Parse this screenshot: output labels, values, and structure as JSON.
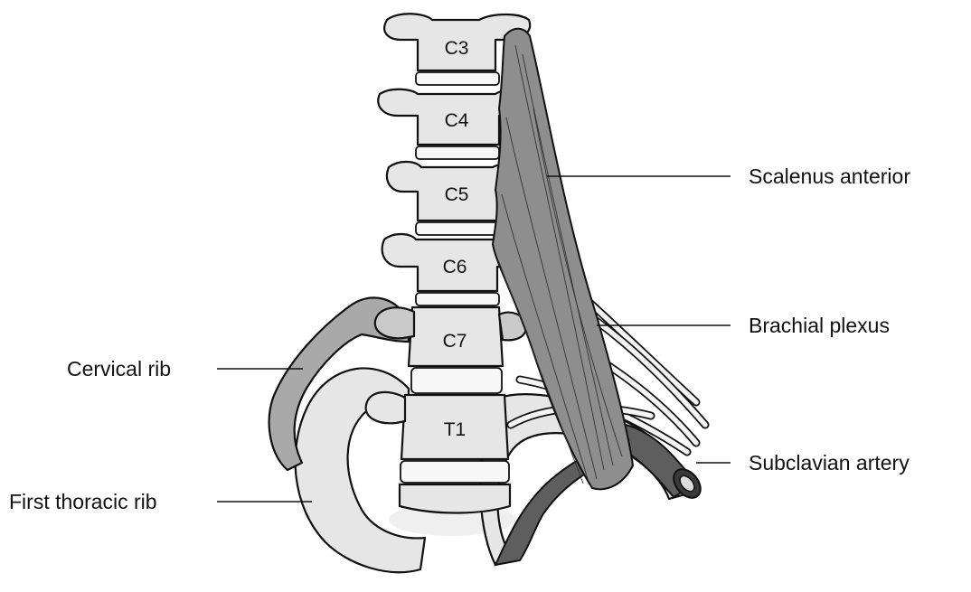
{
  "labels": {
    "scalenus_anterior": "Scalenus anterior",
    "brachial_plexus": "Brachial plexus",
    "cervical_rib": "Cervical rib",
    "subclavian_artery": "Subclavian artery",
    "first_thoracic_rib": "First thoracic rib"
  },
  "vertebrae": [
    "C3",
    "C4",
    "C5",
    "C6",
    "C7",
    "T1"
  ],
  "colors": {
    "bone": "#e6e6e6",
    "cervical_rib": "#a9a9a9",
    "muscle": "#8e8e8e",
    "artery": "#5e5e5e",
    "outline": "#111111"
  }
}
